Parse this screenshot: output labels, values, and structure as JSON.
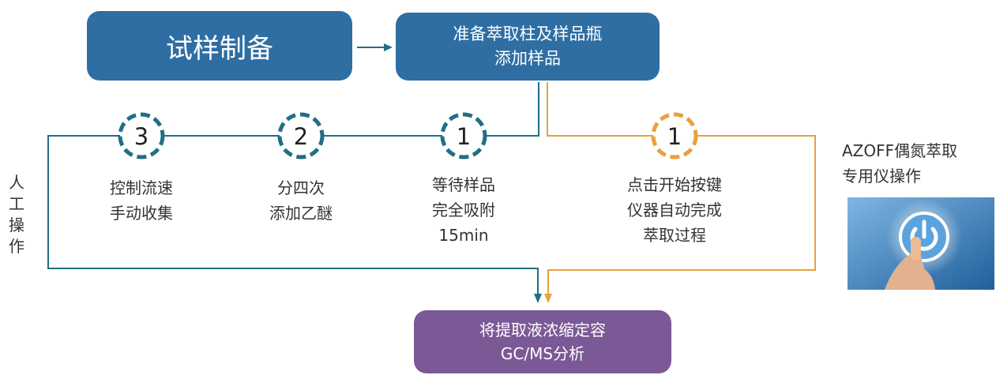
{
  "top": {
    "prep_label": "试样制备",
    "column_lines": [
      "准备萃取柱及样品瓶",
      "添加样品"
    ]
  },
  "left_label_chars": [
    "人",
    "工",
    "操",
    "作"
  ],
  "manual_steps": [
    {
      "number": "3",
      "lines": [
        "控制流速",
        "手动收集"
      ]
    },
    {
      "number": "2",
      "lines": [
        "分四次",
        "添加乙醚"
      ]
    },
    {
      "number": "1",
      "lines": [
        "等待样品",
        "完全吸附",
        "15min"
      ]
    }
  ],
  "auto_step": {
    "number": "1",
    "lines": [
      "点击开始按键",
      "仪器自动完成",
      "萃取过程"
    ]
  },
  "side": {
    "title_lines": [
      "AZOFF偶氮萃取",
      "专用仪操作"
    ],
    "image_icon": "power-button-touch-icon"
  },
  "final_lines": [
    "将提取液浓缩定容",
    "GC/MS分析"
  ],
  "colors": {
    "box_blue": "#2f6ea3",
    "box_purple": "#7b5896",
    "manual_line": "#1f6f86",
    "auto_line": "#e8a13b"
  }
}
